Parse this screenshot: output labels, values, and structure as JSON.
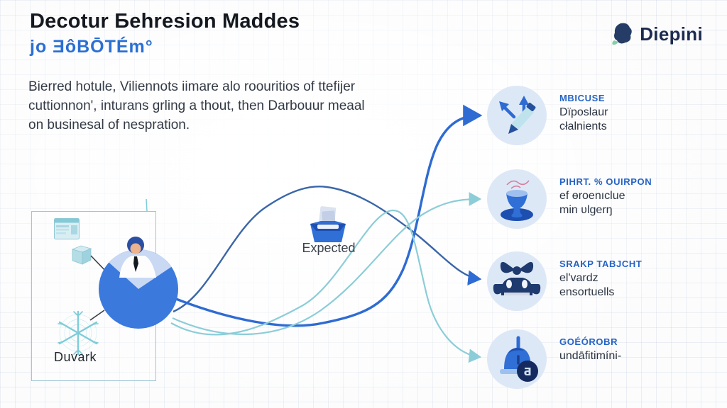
{
  "header": {
    "title": "Decotur Бehresion Maddes",
    "subtitle": "jo ƎôBŌTÉm°"
  },
  "logo": {
    "name": "Diepini",
    "icon": "leaf-blob-icon"
  },
  "intro": {
    "line1": "Bierred hotule, Viliennots iimare alo roouritios of ttefijer",
    "line2": "cuttionnon', inturans grling a thout, then Darbouur meaal",
    "line3": "on businesal of nespration."
  },
  "diagram": {
    "source_label": "Duvark",
    "middle_label": "Expected",
    "source_icons": [
      "browser-window-icon",
      "cube-box-icon",
      "snowflake-icon",
      "pie-chart-with-avatar"
    ],
    "middle_icon": "inbox-tray-icon"
  },
  "items": [
    {
      "heading": "MBICUSE",
      "line1": "Dïposlaur",
      "line2": "cłalnients",
      "icon": "arrows-and-pen-icon"
    },
    {
      "heading": "PIHRT. % OUIRPON",
      "line1": "ef ɵroenıclue",
      "line2": "min ʋlgerŋ",
      "icon": "vase-fountain-icon"
    },
    {
      "heading": "SRAKP TABJCHT",
      "line1": "el'vardz",
      "line2": "ensortuells",
      "icon": "valve-bowtie-icon"
    },
    {
      "heading": "GOÉÓROBR",
      "line1": "undāfitimíni-",
      "line2": "",
      "icon": "dome-badge-icon"
    }
  ],
  "colors": {
    "accent_blue": "#2e6bd3",
    "navy_line": "#3a66a8",
    "teal_line": "#8ccdd8",
    "pie_blue": "#3b79dd",
    "pie_wedge": "#c9d9f4",
    "heading_blue": "#2563c4",
    "logo_navy": "#1d2b4f",
    "leaf_green": "#86cfa8",
    "bubble_bg": "#dde8f7",
    "box_border": "#9fc6d8"
  }
}
